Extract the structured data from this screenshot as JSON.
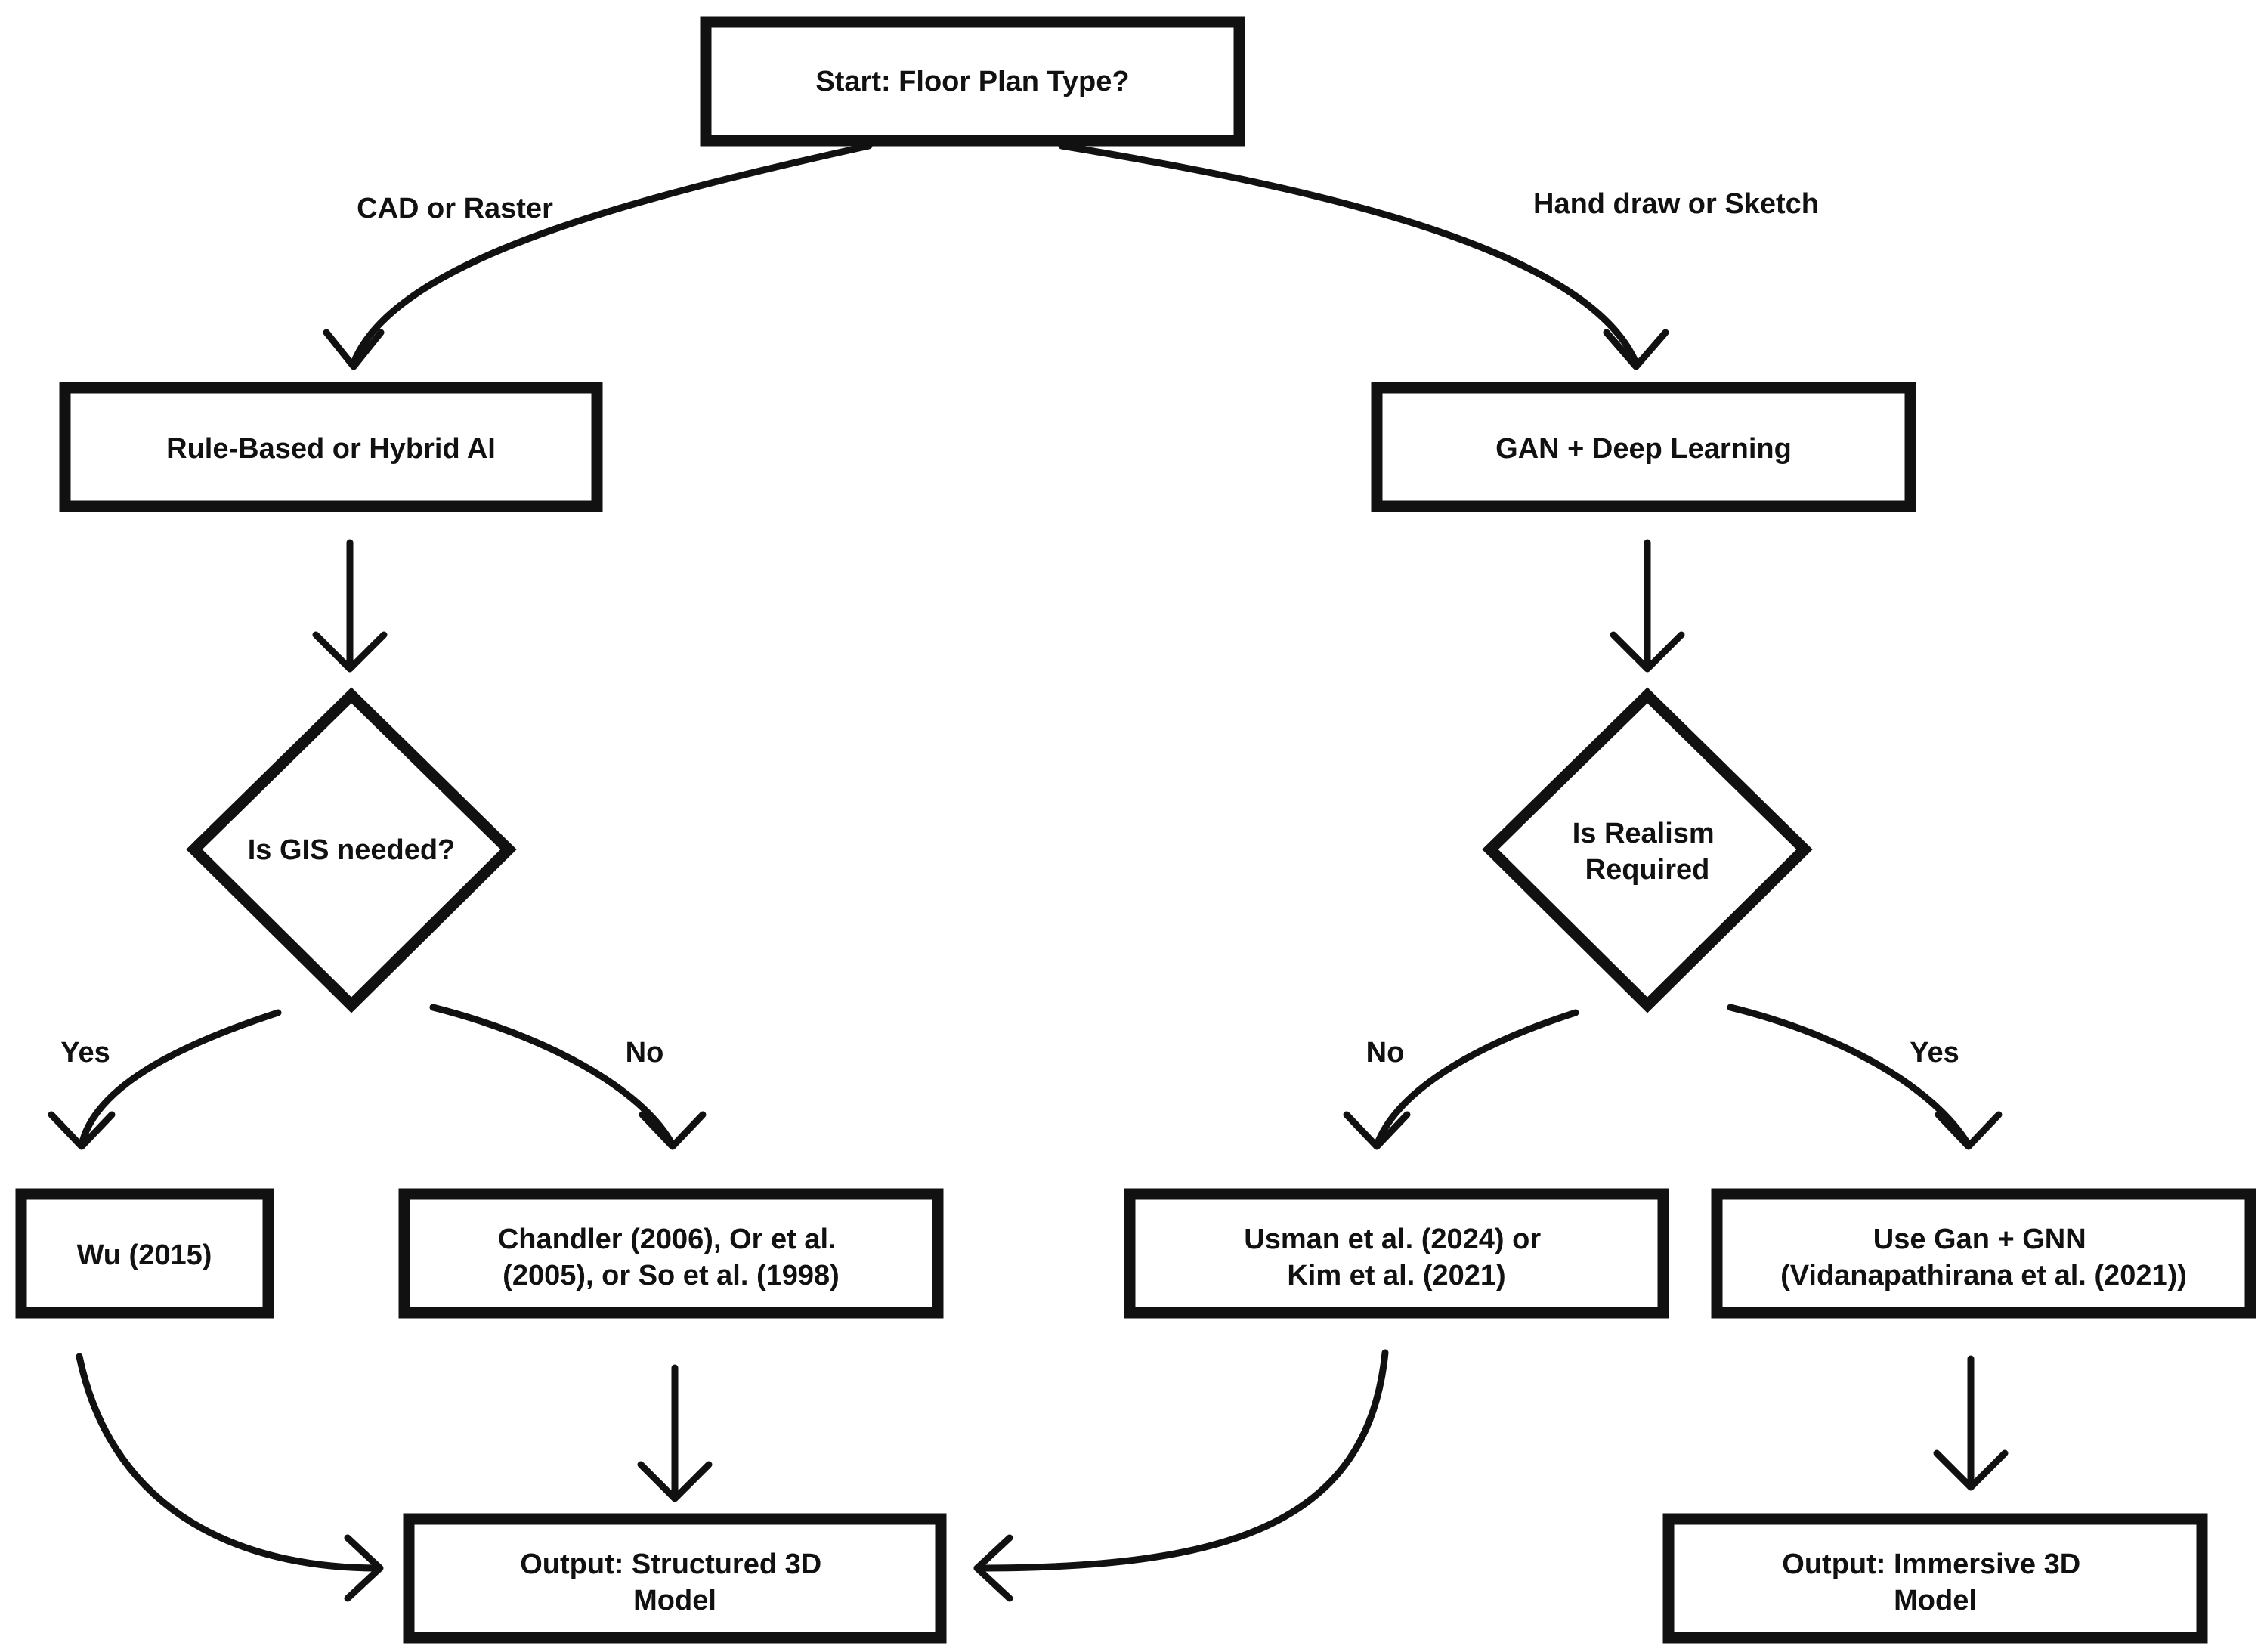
{
  "nodes": {
    "start": [
      "Start: Floor Plan Type?"
    ],
    "rule_based": [
      "Rule-Based or Hybrid AI"
    ],
    "gan_deep": [
      "GAN + Deep Learning"
    ],
    "gis_decision": [
      "Is GIS needed?"
    ],
    "realism_decision": [
      "Is Realism",
      "Required"
    ],
    "wu": [
      "Wu (2015)"
    ],
    "chandler": [
      "Chandler (2006), Or et al.",
      "(2005), or So et al. (1998)"
    ],
    "usman": [
      "Usman et al. (2024) or",
      "Kim et al. (2021)"
    ],
    "gan_gnn": [
      "Use Gan + GNN",
      "(Vidanapathirana et al. (2021))"
    ],
    "output_structured": [
      "Output: Structured 3D",
      "Model"
    ],
    "output_immersive": [
      "Output: Immersive 3D",
      "Model"
    ]
  },
  "edges": {
    "cad_raster": "CAD or Raster",
    "hand_sketch": "Hand draw or Sketch",
    "gis_yes": "Yes",
    "gis_no": "No",
    "realism_no": "No",
    "realism_yes": "Yes"
  }
}
